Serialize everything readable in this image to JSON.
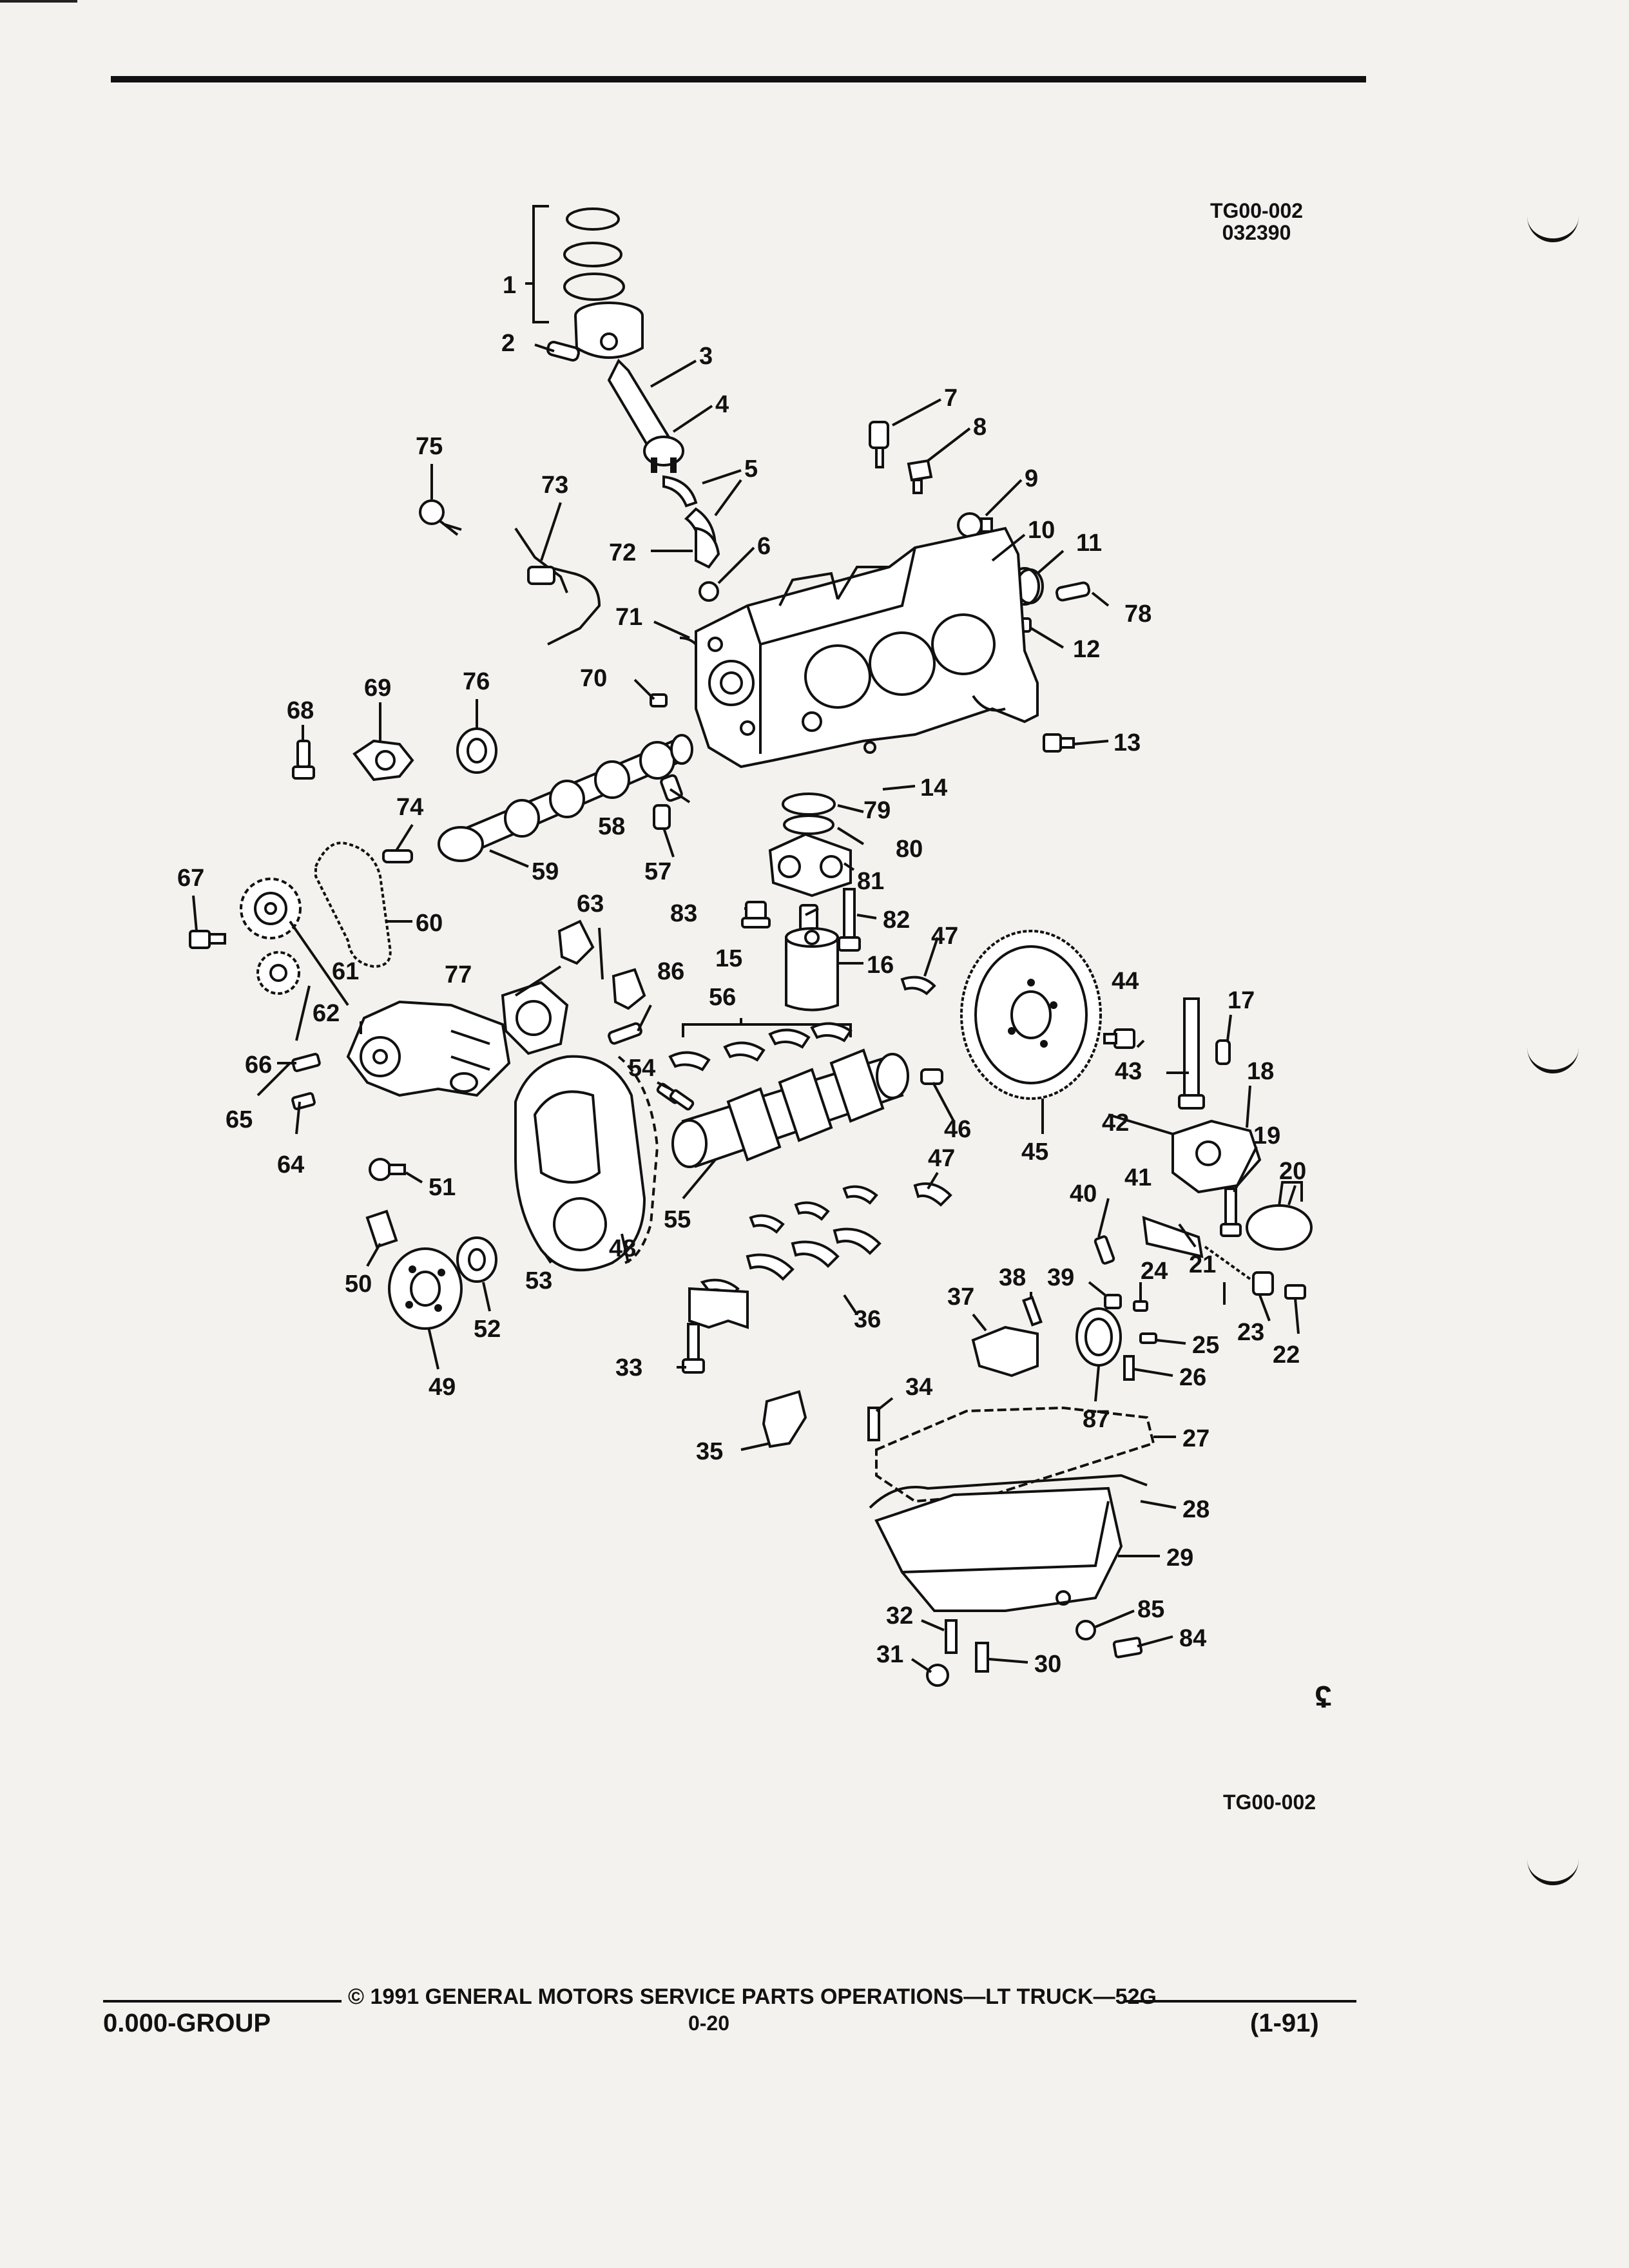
{
  "document": {
    "ref_top": [
      "TG00-002",
      "032390"
    ],
    "ref_bottom": "TG00-002",
    "footer": {
      "copyright": "©  1991  GENERAL MOTORS SERVICE PARTS OPERATIONS—LT TRUCK—52G",
      "group": "0.000-GROUP",
      "page": "0-20",
      "date": "(1-91)"
    }
  },
  "diagram": {
    "callouts": [
      {
        "id": "1",
        "label": "1"
      },
      {
        "id": "2",
        "label": "2"
      },
      {
        "id": "3",
        "label": "3"
      },
      {
        "id": "4",
        "label": "4"
      },
      {
        "id": "5",
        "label": "5"
      },
      {
        "id": "6",
        "label": "6"
      },
      {
        "id": "7",
        "label": "7"
      },
      {
        "id": "8",
        "label": "8"
      },
      {
        "id": "9",
        "label": "9"
      },
      {
        "id": "10",
        "label": "10"
      },
      {
        "id": "11",
        "label": "11"
      },
      {
        "id": "12",
        "label": "12"
      },
      {
        "id": "13",
        "label": "13"
      },
      {
        "id": "14",
        "label": "14"
      },
      {
        "id": "15",
        "label": "15"
      },
      {
        "id": "16",
        "label": "16"
      },
      {
        "id": "17",
        "label": "17"
      },
      {
        "id": "18",
        "label": "18"
      },
      {
        "id": "19",
        "label": "19"
      },
      {
        "id": "20",
        "label": "20"
      },
      {
        "id": "21",
        "label": "21"
      },
      {
        "id": "22",
        "label": "22"
      },
      {
        "id": "23",
        "label": "23"
      },
      {
        "id": "24",
        "label": "24"
      },
      {
        "id": "25",
        "label": "25"
      },
      {
        "id": "26",
        "label": "26"
      },
      {
        "id": "27",
        "label": "27"
      },
      {
        "id": "28",
        "label": "28"
      },
      {
        "id": "29",
        "label": "29"
      },
      {
        "id": "30",
        "label": "30"
      },
      {
        "id": "31",
        "label": "31"
      },
      {
        "id": "32",
        "label": "32"
      },
      {
        "id": "33",
        "label": "33"
      },
      {
        "id": "34",
        "label": "34"
      },
      {
        "id": "35",
        "label": "35"
      },
      {
        "id": "36",
        "label": "36"
      },
      {
        "id": "37",
        "label": "37"
      },
      {
        "id": "38",
        "label": "38"
      },
      {
        "id": "39",
        "label": "39"
      },
      {
        "id": "40",
        "label": "40"
      },
      {
        "id": "41",
        "label": "41"
      },
      {
        "id": "42",
        "label": "42"
      },
      {
        "id": "43",
        "label": "43"
      },
      {
        "id": "44",
        "label": "44"
      },
      {
        "id": "45",
        "label": "45"
      },
      {
        "id": "46",
        "label": "46"
      },
      {
        "id": "47a",
        "label": "47"
      },
      {
        "id": "47b",
        "label": "47"
      },
      {
        "id": "48",
        "label": "48"
      },
      {
        "id": "49",
        "label": "49"
      },
      {
        "id": "50",
        "label": "50"
      },
      {
        "id": "51",
        "label": "51"
      },
      {
        "id": "52",
        "label": "52"
      },
      {
        "id": "53",
        "label": "53"
      },
      {
        "id": "54",
        "label": "54"
      },
      {
        "id": "55",
        "label": "55"
      },
      {
        "id": "56",
        "label": "56"
      },
      {
        "id": "57",
        "label": "57"
      },
      {
        "id": "58",
        "label": "58"
      },
      {
        "id": "59",
        "label": "59"
      },
      {
        "id": "60",
        "label": "60"
      },
      {
        "id": "61",
        "label": "61"
      },
      {
        "id": "62",
        "label": "62"
      },
      {
        "id": "63",
        "label": "63"
      },
      {
        "id": "64",
        "label": "64"
      },
      {
        "id": "65",
        "label": "65"
      },
      {
        "id": "66",
        "label": "66"
      },
      {
        "id": "67",
        "label": "67"
      },
      {
        "id": "68",
        "label": "68"
      },
      {
        "id": "69",
        "label": "69"
      },
      {
        "id": "70",
        "label": "70"
      },
      {
        "id": "71",
        "label": "71"
      },
      {
        "id": "72",
        "label": "72"
      },
      {
        "id": "73",
        "label": "73"
      },
      {
        "id": "74",
        "label": "74"
      },
      {
        "id": "75",
        "label": "75"
      },
      {
        "id": "76",
        "label": "76"
      },
      {
        "id": "77",
        "label": "77"
      },
      {
        "id": "78",
        "label": "78"
      },
      {
        "id": "79",
        "label": "79"
      },
      {
        "id": "80",
        "label": "80"
      },
      {
        "id": "81",
        "label": "81"
      },
      {
        "id": "82",
        "label": "82"
      },
      {
        "id": "83",
        "label": "83"
      },
      {
        "id": "84",
        "label": "84"
      },
      {
        "id": "85",
        "label": "85"
      },
      {
        "id": "86",
        "label": "86"
      },
      {
        "id": "87",
        "label": "87"
      }
    ]
  }
}
